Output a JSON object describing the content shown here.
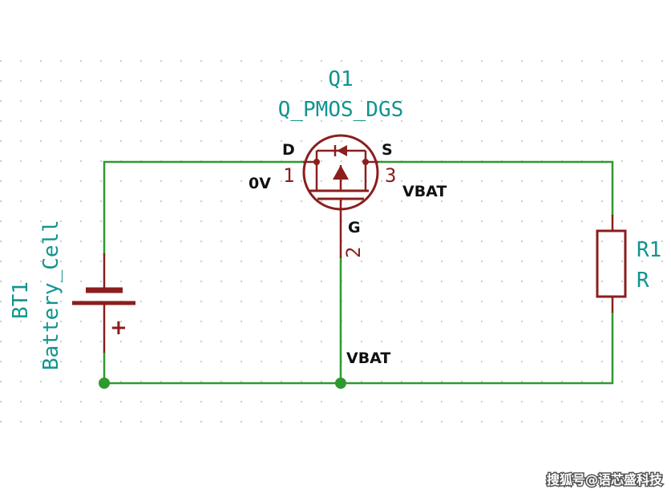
{
  "colors": {
    "background": "#ffffff",
    "grid_dot": "#c9c9c9",
    "wire": "#2e9a2e",
    "junction": "#2e9a2e",
    "symbol": "#8b1e1e",
    "reference_text": "#12948f",
    "label_text": "#111111"
  },
  "transistor": {
    "ref": "Q1",
    "value": "Q_PMOS_DGS",
    "pins": {
      "drain_name": "D",
      "source_name": "S",
      "gate_name": "G",
      "drain_number": "1",
      "source_number": "3",
      "gate_number": "2"
    }
  },
  "battery": {
    "ref": "BT1",
    "value": "Battery_Cell",
    "polarity_mark": "+"
  },
  "resistor": {
    "ref": "R1",
    "value": "R"
  },
  "net_labels": {
    "drain": "0V",
    "source": "VBAT",
    "gate": "VBAT"
  },
  "watermark": "搜狐号@语芯盛科技"
}
